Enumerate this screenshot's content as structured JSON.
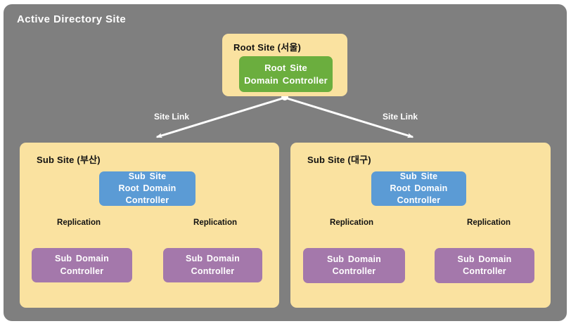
{
  "title": "Active Directory Site",
  "colors": {
    "panel": "#7F7F7F",
    "site_fill": "#FAE2A0",
    "root_dc_fill": "#6BAE3E",
    "sub_root_dc_fill": "#5B9BD5",
    "sub_dc_fill": "#A478AB",
    "arrow": "#FFFFFF",
    "label_ink": "#111111"
  },
  "root_site": {
    "label": "Root Site (서울)",
    "dc": {
      "line1": "Root Site",
      "line2": "Domain Controller"
    }
  },
  "site_links": {
    "left_label": "Site Link",
    "right_label": "Site Link"
  },
  "sub_sites": [
    {
      "label": "Sub Site (부산)",
      "root_dc": {
        "line1": "Sub Site",
        "line2": "Root Domain",
        "line3": "Controller"
      },
      "replication_left": "Replication",
      "replication_right": "Replication",
      "sub_dcs": [
        {
          "line1": "Sub Domain",
          "line2": "Controller"
        },
        {
          "line1": "Sub Domain",
          "line2": "Controller"
        }
      ]
    },
    {
      "label": "Sub Site (대구)",
      "root_dc": {
        "line1": "Sub Site",
        "line2": "Root Domain",
        "line3": "Controller"
      },
      "replication_left": "Replication",
      "replication_right": "Replication",
      "sub_dcs": [
        {
          "line1": "Sub Domain",
          "line2": "Controller"
        },
        {
          "line1": "Sub Domain",
          "line2": "Controller"
        }
      ]
    }
  ]
}
